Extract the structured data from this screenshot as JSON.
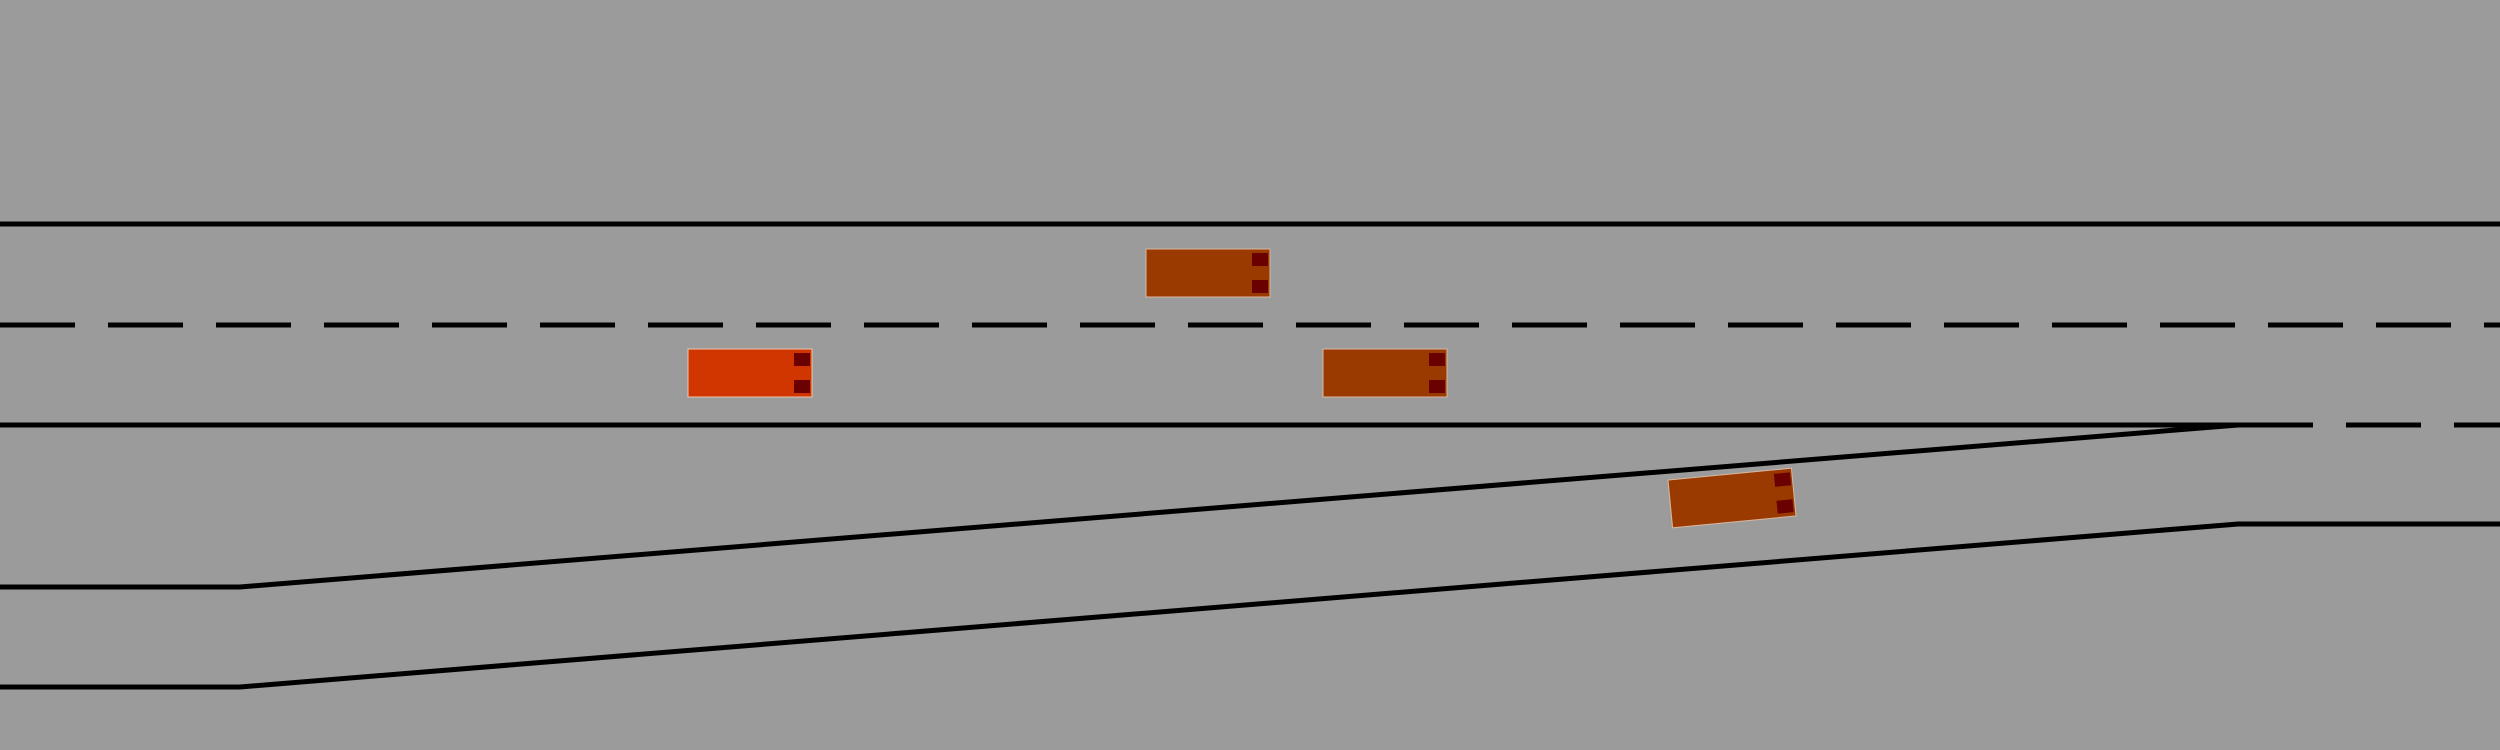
{
  "colors": {
    "background": "#9b9b9b",
    "lane_line": "#000000",
    "ego_car": "#d13500",
    "other_car": "#9b3a00",
    "car_light": "#6b0000"
  },
  "road": {
    "main_lanes": 2,
    "merge_lane": true,
    "on_ramp": true
  },
  "vehicles": [
    {
      "id": "ego",
      "role": "ego"
    },
    {
      "id": "car-1",
      "role": "other"
    },
    {
      "id": "car-2",
      "role": "other"
    },
    {
      "id": "car-3",
      "role": "other"
    }
  ]
}
